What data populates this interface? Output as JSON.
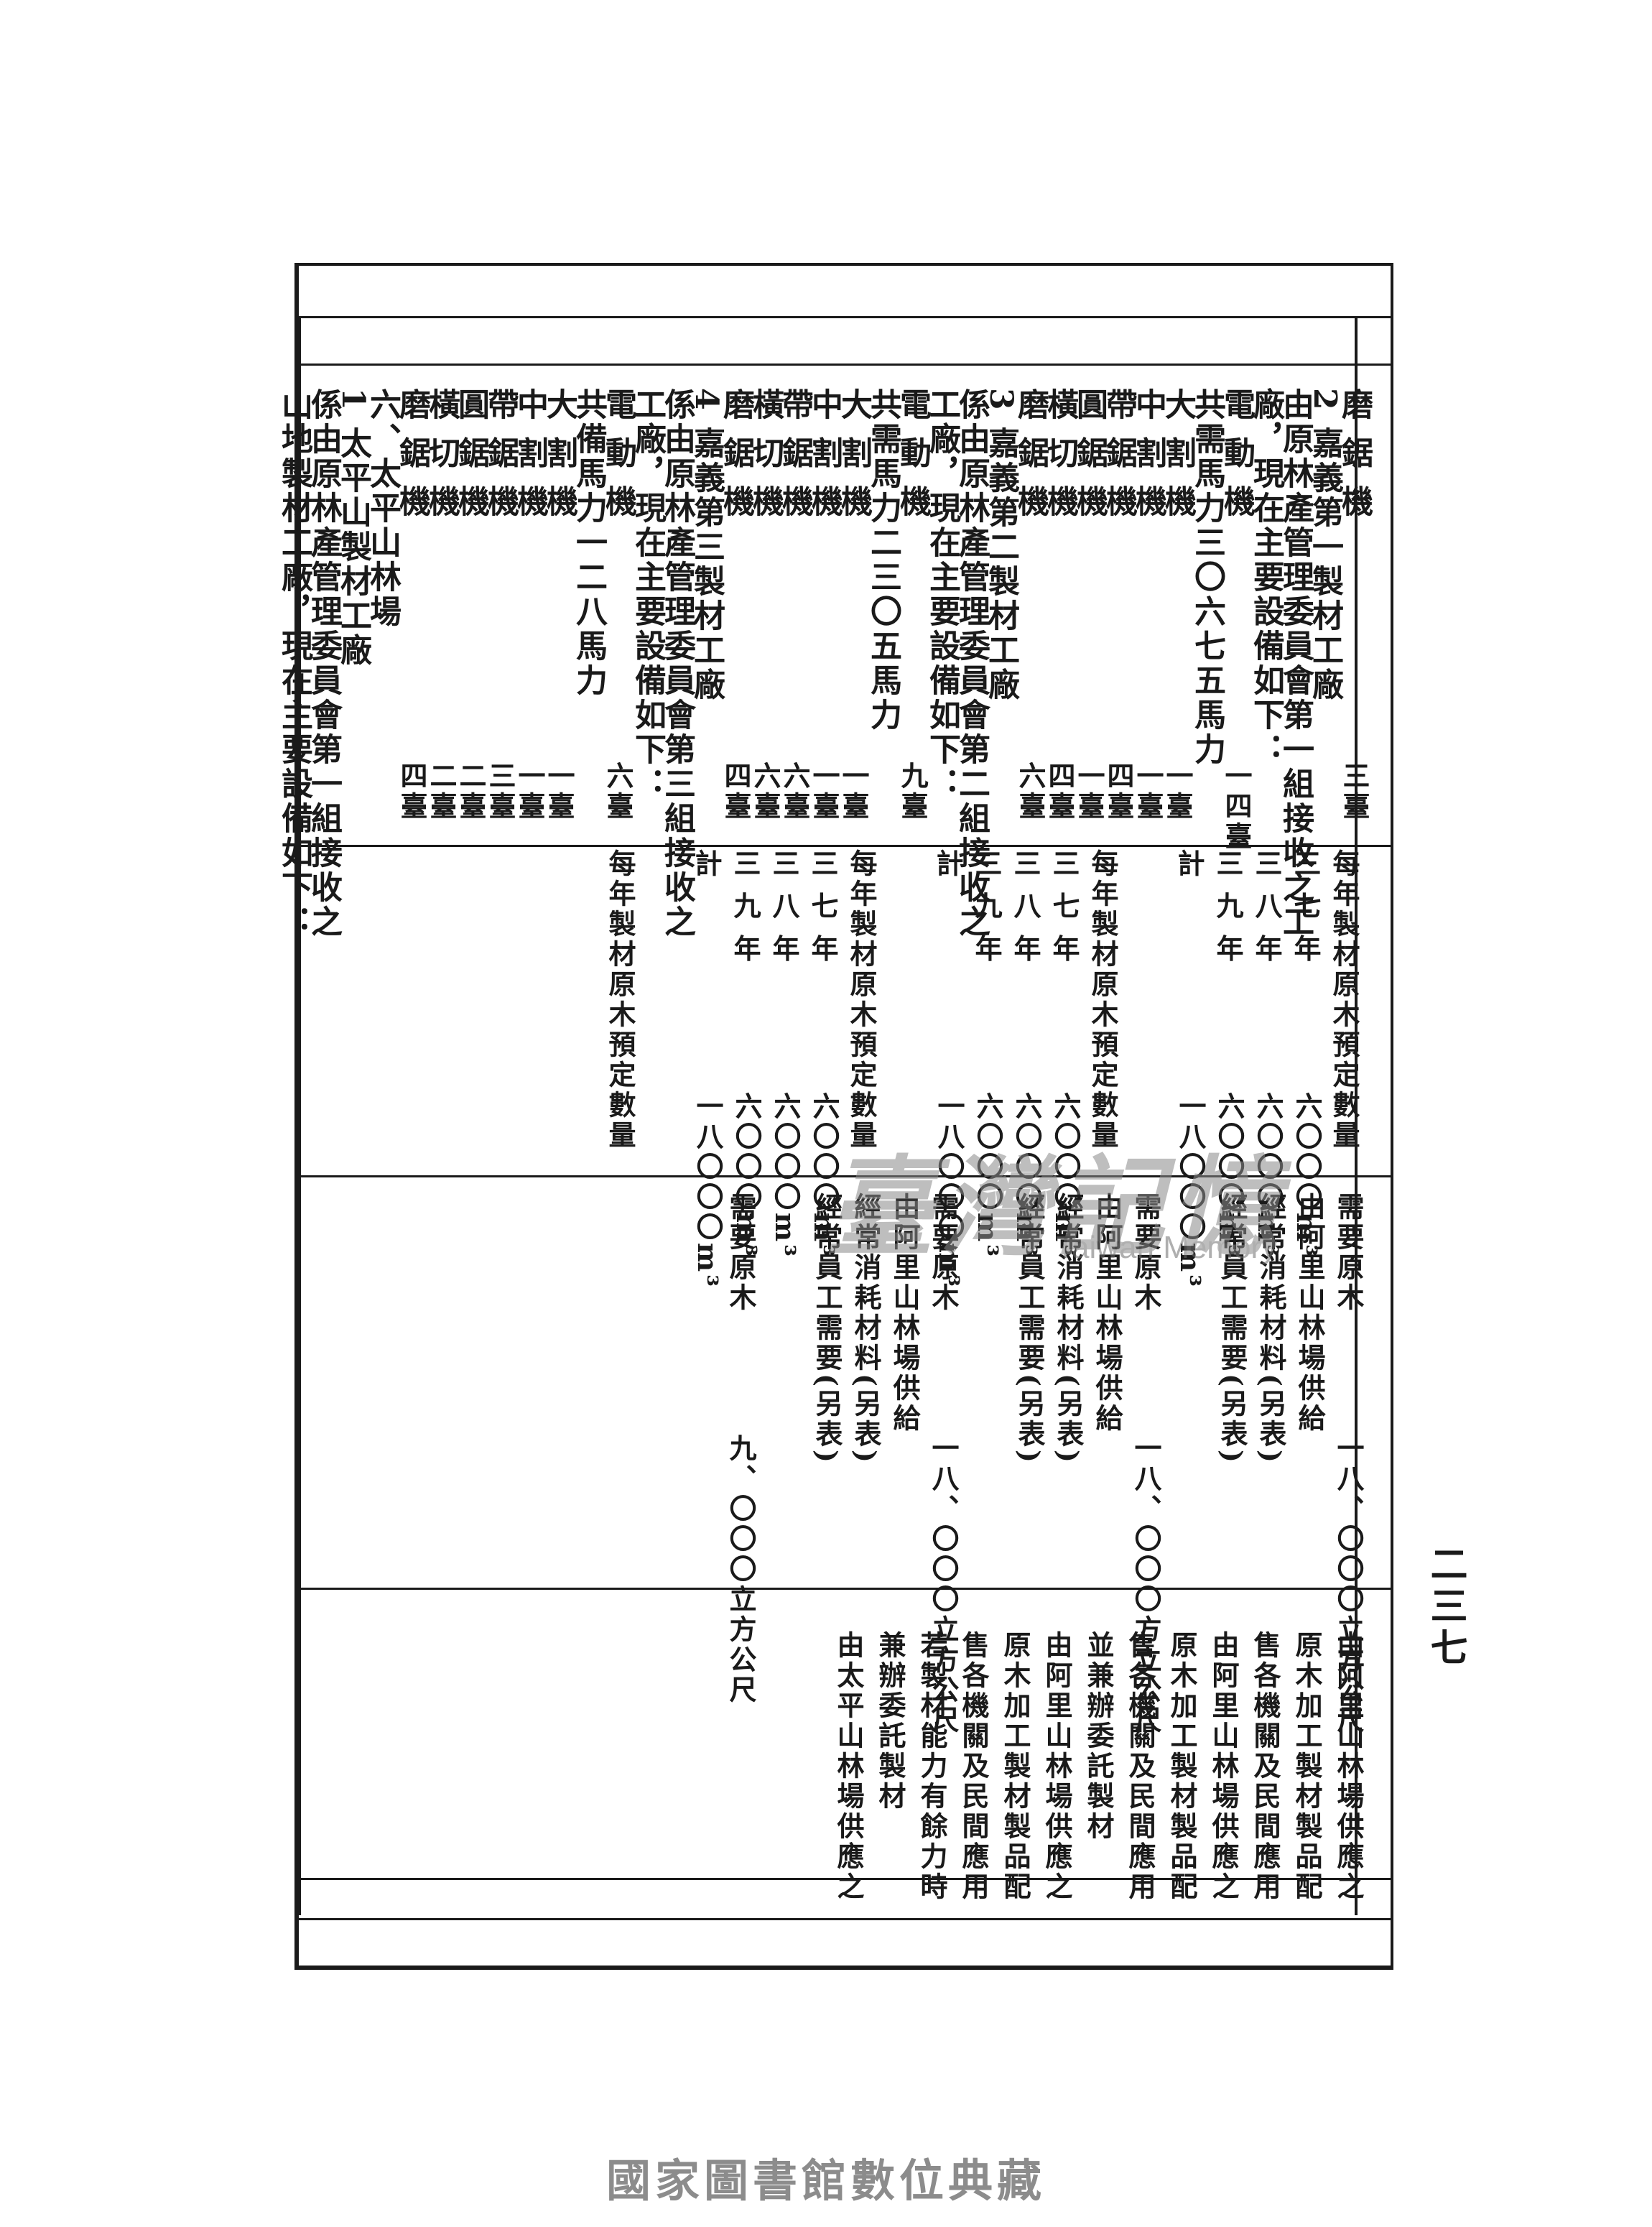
{
  "page_number": "二三七",
  "footer": "國家圖書館數位典藏",
  "watermark": {
    "text_cn": "臺灣記憶",
    "text_en": "Taiwan Memory"
  },
  "col1": [
    {
      "text": "磨 鋸 機",
      "qty": "三臺"
    },
    {
      "text": "2 嘉義第一製材工廠",
      "qty": ""
    },
    {
      "text": "由原林產管理委員會第一組接收之工",
      "qty": ""
    },
    {
      "text": "廠，現在主要設備如下：",
      "qty": ""
    },
    {
      "text": "電 動 機",
      "qty": "一四臺"
    },
    {
      "text": "共需馬力三〇六七五馬力",
      "qty": ""
    },
    {
      "text": "大 割 機",
      "qty": "一臺"
    },
    {
      "text": "中 割 機",
      "qty": "一臺"
    },
    {
      "text": "帶 鋸 機",
      "qty": "四臺"
    },
    {
      "text": "圓 鋸 機",
      "qty": "一臺"
    },
    {
      "text": "橫 切 機",
      "qty": "四臺"
    },
    {
      "text": "磨 鋸 機",
      "qty": "六臺"
    },
    {
      "text": "3 嘉義第二製材工廠",
      "qty": ""
    },
    {
      "text": "係由原林產管理委員會第二組接收之",
      "qty": ""
    },
    {
      "text": "工廠，現在主要設備如下：",
      "qty": ""
    },
    {
      "text": "電 動 機",
      "qty": "九臺"
    },
    {
      "text": "共需馬力二三〇五馬力",
      "qty": ""
    },
    {
      "text": "大 割 機",
      "qty": "一臺"
    },
    {
      "text": "中 割 機",
      "qty": "一臺"
    },
    {
      "text": "帶 鋸 機",
      "qty": "六臺"
    },
    {
      "text": "橫 切 機",
      "qty": "六臺"
    },
    {
      "text": "磨 鋸 機",
      "qty": "四臺"
    },
    {
      "text": "4 嘉義第三製材工廠",
      "qty": ""
    },
    {
      "text": "係由原林產管理委員會第三組接收之",
      "qty": ""
    },
    {
      "text": "工廠，現在主要設備如下：",
      "qty": ""
    },
    {
      "text": "電 動 機",
      "qty": "六臺"
    },
    {
      "text": "共備馬力一二八馬力",
      "qty": ""
    },
    {
      "text": "大 割 機",
      "qty": "一臺"
    },
    {
      "text": "中 割 機",
      "qty": "一臺"
    },
    {
      "text": "帶 鋸 機",
      "qty": "三臺"
    },
    {
      "text": "圓 鋸 機",
      "qty": "二臺"
    },
    {
      "text": "橫 切 機",
      "qty": "二臺"
    },
    {
      "text": "磨 鋸 機",
      "qty": "四臺"
    },
    {
      "text": "六、太平山林場",
      "qty": ""
    },
    {
      "text": "1 太平山製材工廠",
      "qty": ""
    },
    {
      "text": "係由原林產管理委員會第一組接收之",
      "qty": ""
    },
    {
      "text": "山地製材工廠，現在主要設備如下：",
      "qty": ""
    }
  ],
  "col2": [
    {
      "text": "每年製材原木預定數量",
      "val": ""
    },
    {
      "text": "三 七 年",
      "val": "六〇〇〇m³"
    },
    {
      "text": "三 八 年",
      "val": "六〇〇〇m³"
    },
    {
      "text": "三 九 年",
      "val": "六〇〇〇m³"
    },
    {
      "text": "計",
      "val": "一八〇〇〇m³"
    },
    {
      "text": "每年製材原木預定數量",
      "val": ""
    },
    {
      "text": "三 七 年",
      "val": "六〇〇〇m³"
    },
    {
      "text": "三 八 年",
      "val": "六〇〇〇m³"
    },
    {
      "text": "三 九 年",
      "val": "六〇〇〇m³"
    },
    {
      "text": "計",
      "val": "一八〇〇〇m³"
    },
    {
      "text": "每年製材原木預定數量",
      "val": ""
    },
    {
      "text": "三 七 年",
      "val": "六〇〇〇m³"
    },
    {
      "text": "三 八 年",
      "val": "六〇〇〇m³"
    },
    {
      "text": "三 九 年",
      "val": "六〇〇〇m³"
    },
    {
      "text": "計",
      "val": "一八〇〇〇m³"
    },
    {
      "text": "每年製材原木預定數量",
      "val": ""
    }
  ],
  "col3": [
    "需要原木　　　　一八、〇〇〇立方公尺",
    "由阿里山林場供給",
    "經常消耗材料(另表)",
    "經常員工需要(另表)",
    "需要原木　　　　一八、〇〇〇方立公尺",
    "由阿里山林場供給",
    "經常消耗材料(另表)",
    "經常員工需要(另表)",
    "需要原木　　　　一八、〇〇〇立方公尺",
    "由阿里山林場供給",
    "經常消耗材料(另表)",
    "經常員工需要(另表)",
    "需要原木　　　　九、〇〇〇立方公尺"
  ],
  "col4": [
    "由阿里山林場供應之",
    "原木加工製材製品配",
    "售各機關及民間應用",
    "由阿里山林場供應之",
    "原木加工製材製品配",
    "售各機關及民間應用",
    "並兼辦委託製材",
    "由阿里山林場供應之",
    "原木加工製材製品配",
    "售各機關及民間應用",
    "若製材能力有餘力時",
    "兼辦委託製材",
    "由太平山林場供應之"
  ]
}
